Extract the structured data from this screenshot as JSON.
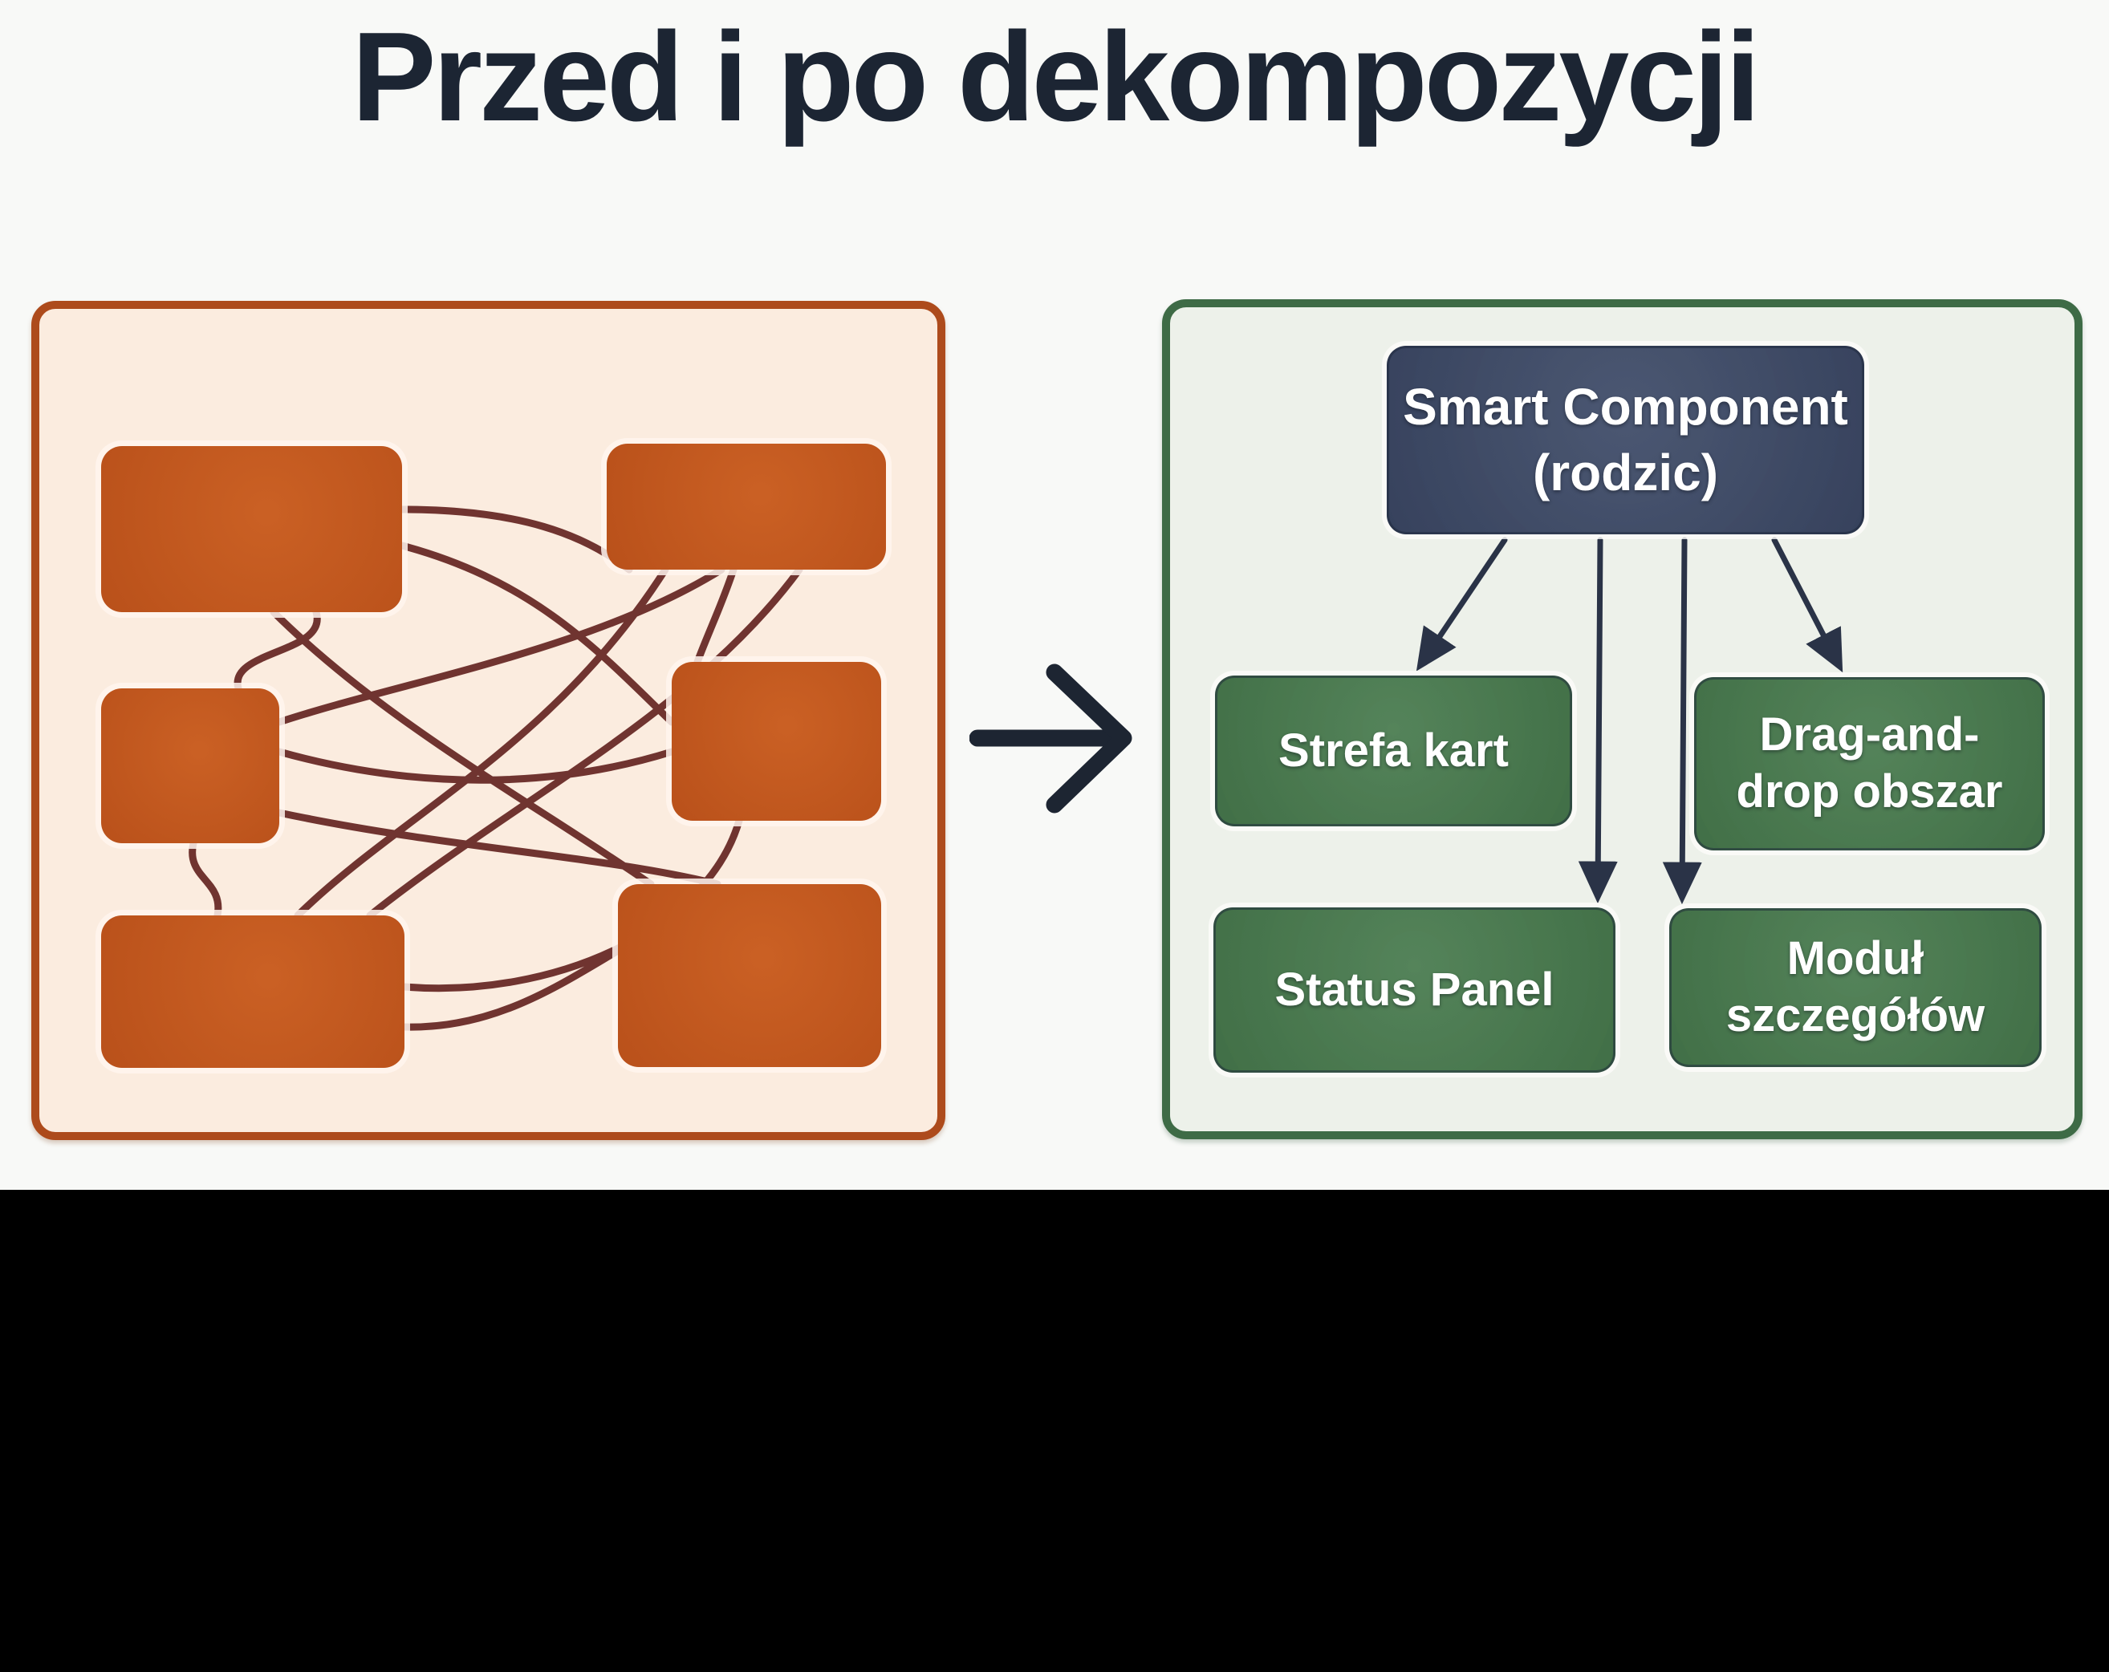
{
  "title": "Przed i po dekompozycji",
  "arrow_glyph": "→",
  "after_panel": {
    "parent": {
      "line1": "Smart Component",
      "line2": "(rodzic)"
    },
    "children": [
      {
        "label": "Strefa kart"
      },
      {
        "label": "Drag-and-drop obszar"
      },
      {
        "label": "Status Panel"
      },
      {
        "label": "Moduł szczegółów"
      }
    ]
  },
  "colors": {
    "title_text": "#1c2533",
    "before_panel_border": "#ad4b1c",
    "before_panel_bg": "#fbecdf",
    "before_box": "#c2561d",
    "tangle_line": "#703430",
    "after_panel_border": "#3e6b46",
    "after_panel_bg": "#edf1ea",
    "after_parent_box": "#3e4b68",
    "after_child_box": "#4a7c50",
    "arrow": "#1d2532",
    "bottom_bar": "#000000"
  }
}
